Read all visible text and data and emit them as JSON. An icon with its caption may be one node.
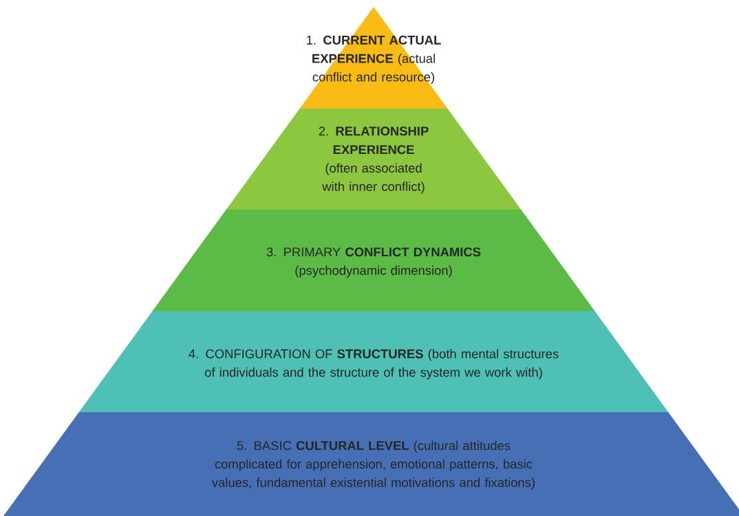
{
  "diagram": {
    "nodes": [
      {
        "text": [
          "1. **CURRENT ACTUAL EXPERIENCE** (actual conflict and resource)"
        ]
      },
      {
        "text": [
          "2. **RELATIONSHIP EXPERIENCE** (often associated with inner conflict)"
        ]
      },
      {
        "text": [
          "3. PRIMARY **CONFLICT DYNAMICS** (psychodynamic dimension)"
        ]
      },
      {
        "text": [
          "4. CONFIGURATION OF **STRUCTURES** (both mental structures of individuals and the structure of the system we work with)"
        ]
      },
      {
        "text": [
          "5. BASIC **CULTURAL LEVEL** (cultural attitudes complicated for apprehension, emotional patterns, basic values, fundamental existential motivations and fixations)"
        ]
      }
    ]
  }
}
